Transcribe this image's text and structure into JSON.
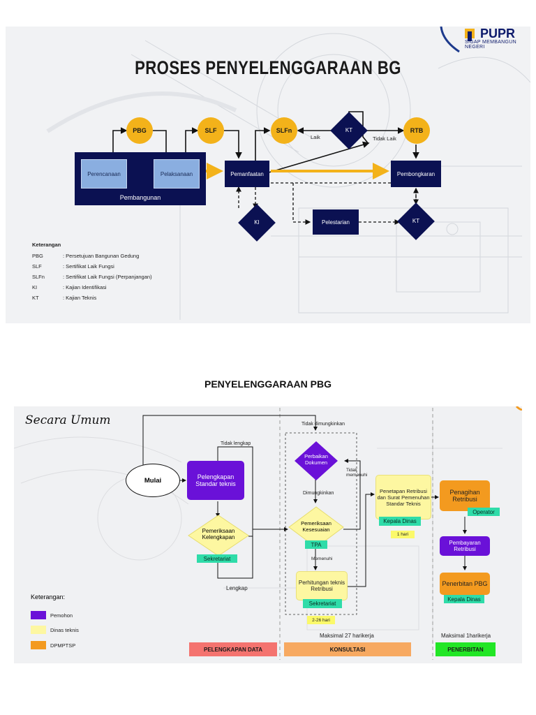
{
  "slide1": {
    "title": "PROSES PENYELENGGARAAN BG",
    "logo_text": "PUPR",
    "logo_sub": "SIGAP MEMBANGUN NEGERI",
    "nodes": {
      "pbg": "PBG",
      "slf": "SLF",
      "slfn": "SLFn",
      "kt_top": "KT",
      "rtb": "RTB",
      "perencanaan": "Perencanaan",
      "pelaksanaan": "Pelaksanaan",
      "pembangunan": "Pembangunan",
      "pemanfaatan": "Pemanfaatan",
      "pembongkaran": "Pembongkaran",
      "ki": "KI",
      "pelestarian": "Pelestarian",
      "kt_bottom": "KT"
    },
    "edge_labels": {
      "laik": "Laik",
      "tidak_laik": "Tidak Laik"
    },
    "legend": {
      "title": "Keterangan",
      "items": [
        {
          "abbr": "PBG",
          "desc": ": Persetujuan Bangunan Gedung"
        },
        {
          "abbr": "SLF",
          "desc": ": Sertifikat Laik Fungsi"
        },
        {
          "abbr": "SLFn",
          "desc": ": Sertifikat Laik Fungsi (Perpanjangan)"
        },
        {
          "abbr": "KI",
          "desc": ": Kajian Identifikasi"
        },
        {
          "abbr": "KT",
          "desc": ": Kajian Teknis"
        }
      ]
    }
  },
  "slide2": {
    "title": "PENYELENGGARAAN PBG",
    "script_title": "Secara Umum",
    "mulai": "Mulai",
    "pelengkapan": "Pelengkapan Standar teknis",
    "pemeriksaan_kelengkapan": "Pemeriksaan Kelengkapan",
    "sekretariat1": "Sekretariat",
    "tidak_lengkap": "Tidak lengkap",
    "lengkap": "Lengkap",
    "tidak_dimungkinkan": "Tidak dimungkinkan",
    "perbaikan": "Perbaikan Dokumen",
    "tidak_memenuhi": "Tidak memenuhi",
    "dimungkinkan": "Dimungkinkan",
    "pemeriksaan_kesesuaian": "Pemeriksaan Kesesuaian",
    "tpa": "TPA",
    "memenuhi": "Memenuhi",
    "perhitungan": "Perhitungan teknis Retribusi",
    "sekretariat2": "Sekretariat",
    "days_226": "2-26 hari",
    "penetapan": "Penetapan Retribusi dan Surat Pemenuhan Standar Teknis",
    "kepala_dinas1": "Kepala Dinas",
    "one_hari": "1 hari",
    "penagihan": "Penagihan Retribusi",
    "operator": "Operator",
    "pembayaran": "Pembayaran Retribusi",
    "penerbitan": "Penerbitan PBG",
    "kepala_dinas2": "Kepala Dinas",
    "maks27": "Maksimal 27 harikerja",
    "maks1": "Maksimal 1harikerja",
    "legend": {
      "title": "Keterangan:",
      "items": [
        {
          "label": "Pemohon",
          "color": "#6a11d8"
        },
        {
          "label": "Dinas teknis",
          "color": "#fdf7a1"
        },
        {
          "label": "DPMPTSP",
          "color": "#f39a1f"
        }
      ]
    },
    "phases": [
      {
        "label": "PELENGKAPAN DATA",
        "color": "#f4736f"
      },
      {
        "label": "KONSULTASI",
        "color": "#f7a961"
      },
      {
        "label": "PENERBITAN",
        "color": "#22e626"
      }
    ]
  }
}
